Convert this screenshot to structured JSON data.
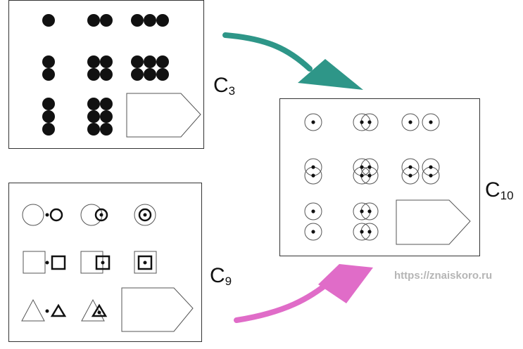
{
  "labels": {
    "c3": {
      "main": "C",
      "sub": "3"
    },
    "c9": {
      "main": "C",
      "sub": "9"
    },
    "c10": {
      "main": "C",
      "sub": "10"
    }
  },
  "watermark": "https://znaiskoro.ru",
  "colors": {
    "arrow_top": "#2e9688",
    "arrow_bottom": "#e06cc8",
    "stroke": "#111111",
    "panel_border": "#333333",
    "thin_stroke": "#555555"
  }
}
